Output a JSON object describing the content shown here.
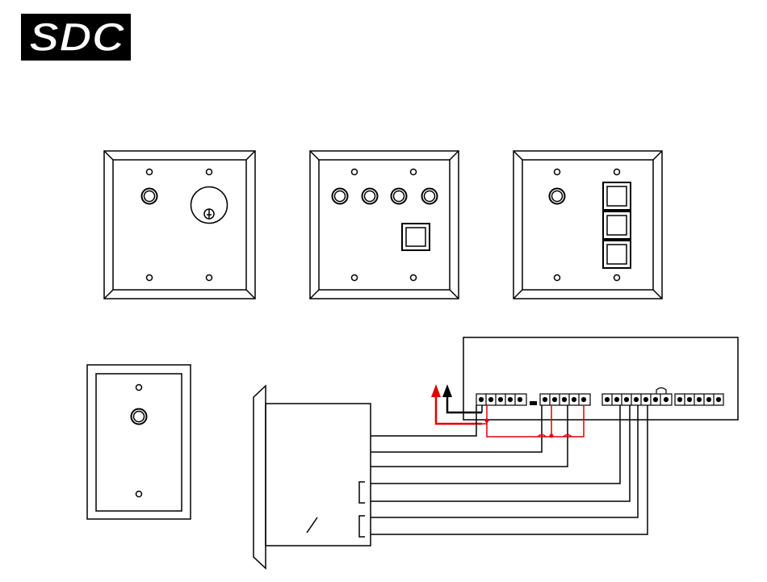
{
  "logo": {
    "text": "SDC"
  },
  "colors": {
    "line": "#000000",
    "wire_red": "#e00000",
    "plate_fill": "#ffffff"
  },
  "wall_plates": [
    {
      "name": "plate-keyswitch-led",
      "components": [
        "led-indicator-icon",
        "key-cylinder-icon"
      ]
    },
    {
      "name": "plate-four-leds-button",
      "components": [
        "led-indicator-icon",
        "led-indicator-icon",
        "led-indicator-icon",
        "led-indicator-icon",
        "push-button-icon"
      ]
    },
    {
      "name": "plate-led-three-buttons",
      "components": [
        "led-indicator-icon",
        "push-button-icon",
        "push-button-icon",
        "push-button-icon"
      ]
    },
    {
      "name": "plate-single-led",
      "components": [
        "led-indicator-icon"
      ]
    }
  ]
}
